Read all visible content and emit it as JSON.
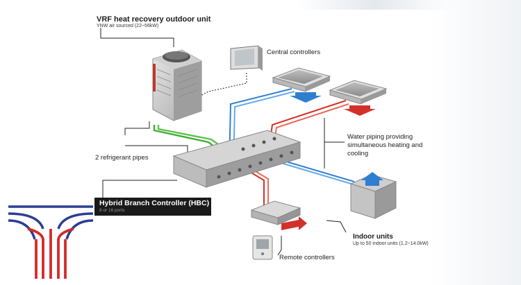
{
  "outdoor_unit": {
    "title": "VRF heat recovery outdoor unit",
    "subtitle": "YNW air sourced (22~56kW)"
  },
  "central_controllers": {
    "label": "Central controllers"
  },
  "water_piping": {
    "label": "Water piping providing simultaneous heating and cooling"
  },
  "refrigerant_pipes": {
    "label": "2 refrigerant pipes"
  },
  "hbc": {
    "title": "Hybrid Branch Controller (HBC)",
    "subtitle": "8 or 16 ports"
  },
  "indoor_units": {
    "title": "Indoor units",
    "subtitle": "Up to 50 indoor units (1.2~14.0kW)"
  },
  "remote_controllers": {
    "label": "Remote controllers"
  },
  "colors": {
    "hot_pipe": "#d4302a",
    "cold_pipe": "#2f7fd0",
    "refrigerant_pipe": "#3fae3a",
    "unit_gray": "#c9c9c9",
    "logo_blue": "#2a3e93",
    "logo_red": "#d42a2a"
  }
}
